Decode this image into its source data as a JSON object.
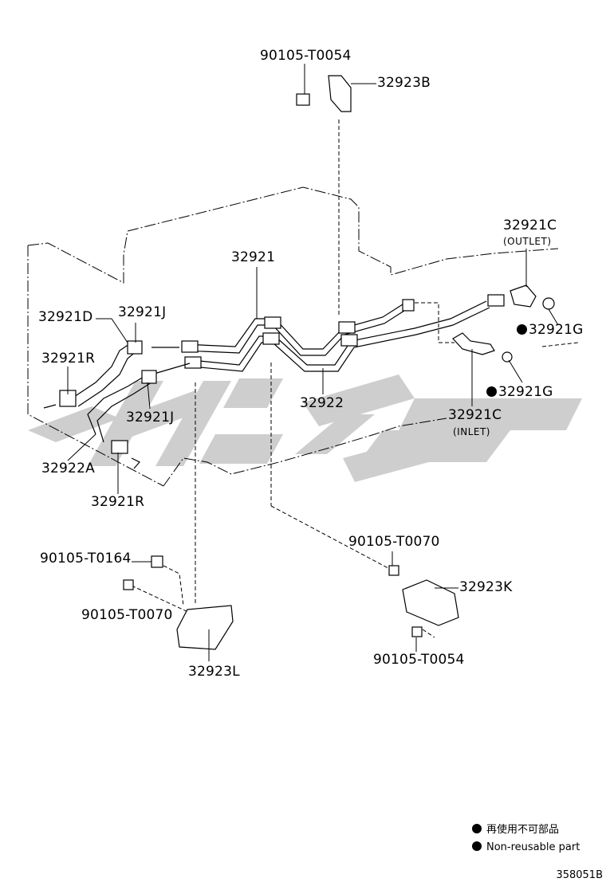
{
  "parts": {
    "p_90105_T0054_top": "90105-T0054",
    "p_32923B": "32923B",
    "p_32921C_outlet": "32921C",
    "outlet_note": "(OUTLET)",
    "p_32921": "32921",
    "p_32921D": "32921D",
    "p_32921J_top": "32921J",
    "p_32921R_top": "32921R",
    "p_32921G_top": "32921G",
    "p_32921G_bottom": "32921G",
    "p_32922": "32922",
    "p_32921C_inlet": "32921C",
    "inlet_note": "(INLET)",
    "p_32921J_bottom": "32921J",
    "p_32922A": "32922A",
    "p_32921R_bottom": "32921R",
    "p_90105_T0164": "90105-T0164",
    "p_90105_T0070_left": "90105-T0070",
    "p_32923L": "32923L",
    "p_90105_T0070_right": "90105-T0070",
    "p_32923K": "32923K",
    "p_90105_T0054_bottom": "90105-T0054"
  },
  "legend": {
    "jp_label": "再使用不可部品",
    "en_label": "Non-reusable part"
  },
  "diagram_id": "358051B",
  "colors": {
    "line": "#000000",
    "watermark": "#c8c8c8"
  }
}
